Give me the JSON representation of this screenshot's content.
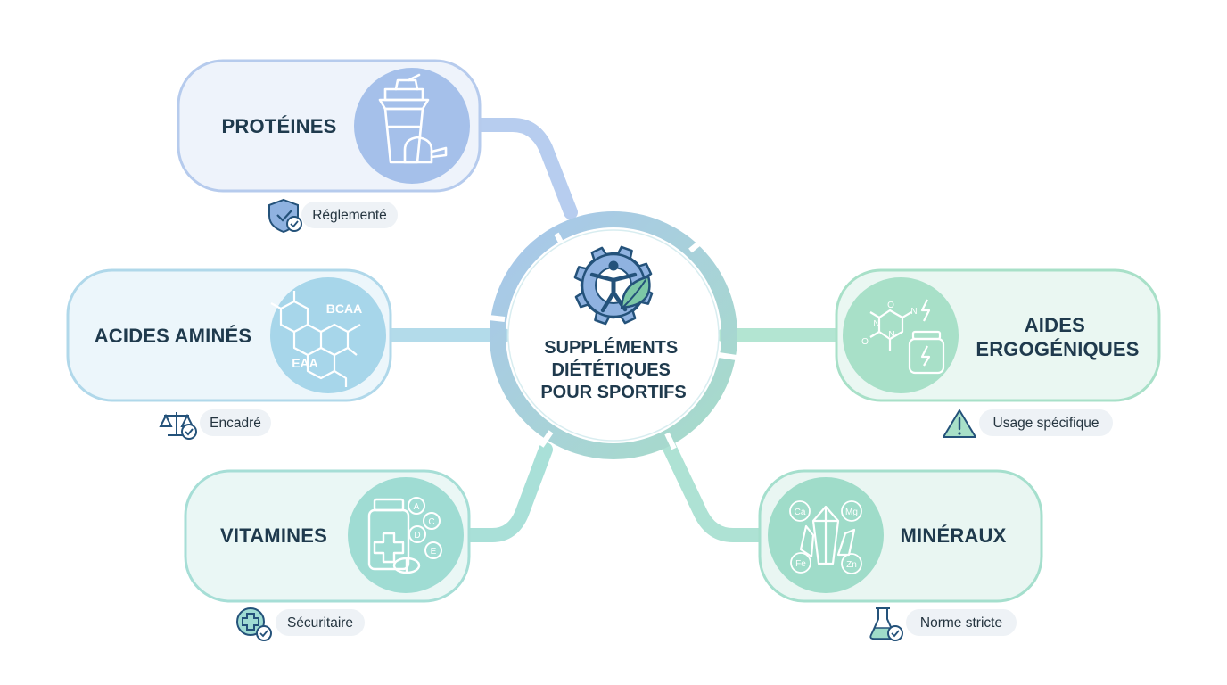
{
  "center": {
    "title_lines": [
      "SUPPLÉMENTS",
      "DIÉTÉTIQUES",
      "POUR SPORTIFS"
    ],
    "icon": "gear-person-leaf-icon"
  },
  "nodes": {
    "proteines": {
      "title_lines": [
        "PROTÉINES"
      ],
      "icon": "shaker-scoop-icon",
      "tag": "Réglementé",
      "tag_icon": "shield-check-icon",
      "accent": "#a9c2ea"
    },
    "acides": {
      "title_lines": [
        "ACIDES AMINÉS"
      ],
      "icon": "molecule-icon",
      "icon_labels": [
        "BCAA",
        "EAA"
      ],
      "tag": "Encadré",
      "tag_icon": "balance-scale-check-icon",
      "accent": "#a6d4e8"
    },
    "vitamines": {
      "title_lines": [
        "VITAMINES"
      ],
      "icon": "pill-bottle-icon",
      "icon_labels": [
        "A",
        "C",
        "D",
        "E"
      ],
      "tag": "Sécuritaire",
      "tag_icon": "medical-cross-check-icon",
      "accent": "#9fdcd3"
    },
    "aides": {
      "title_lines": [
        "AIDES",
        "ERGOGÉNIQUES"
      ],
      "icon": "caffeine-jar-icon",
      "icon_labels": [
        "N",
        "O",
        "O",
        "N",
        "N"
      ],
      "tag": "Usage spécifique",
      "tag_icon": "warning-triangle-icon",
      "accent": "#a8e0c8"
    },
    "mineraux": {
      "title_lines": [
        "MINÉRAUX"
      ],
      "icon": "crystal-minerals-icon",
      "icon_labels": [
        "Ca",
        "Mg",
        "Fe",
        "Zn"
      ],
      "tag": "Norme stricte",
      "tag_icon": "flask-check-icon",
      "accent": "#9fdcc9"
    }
  }
}
